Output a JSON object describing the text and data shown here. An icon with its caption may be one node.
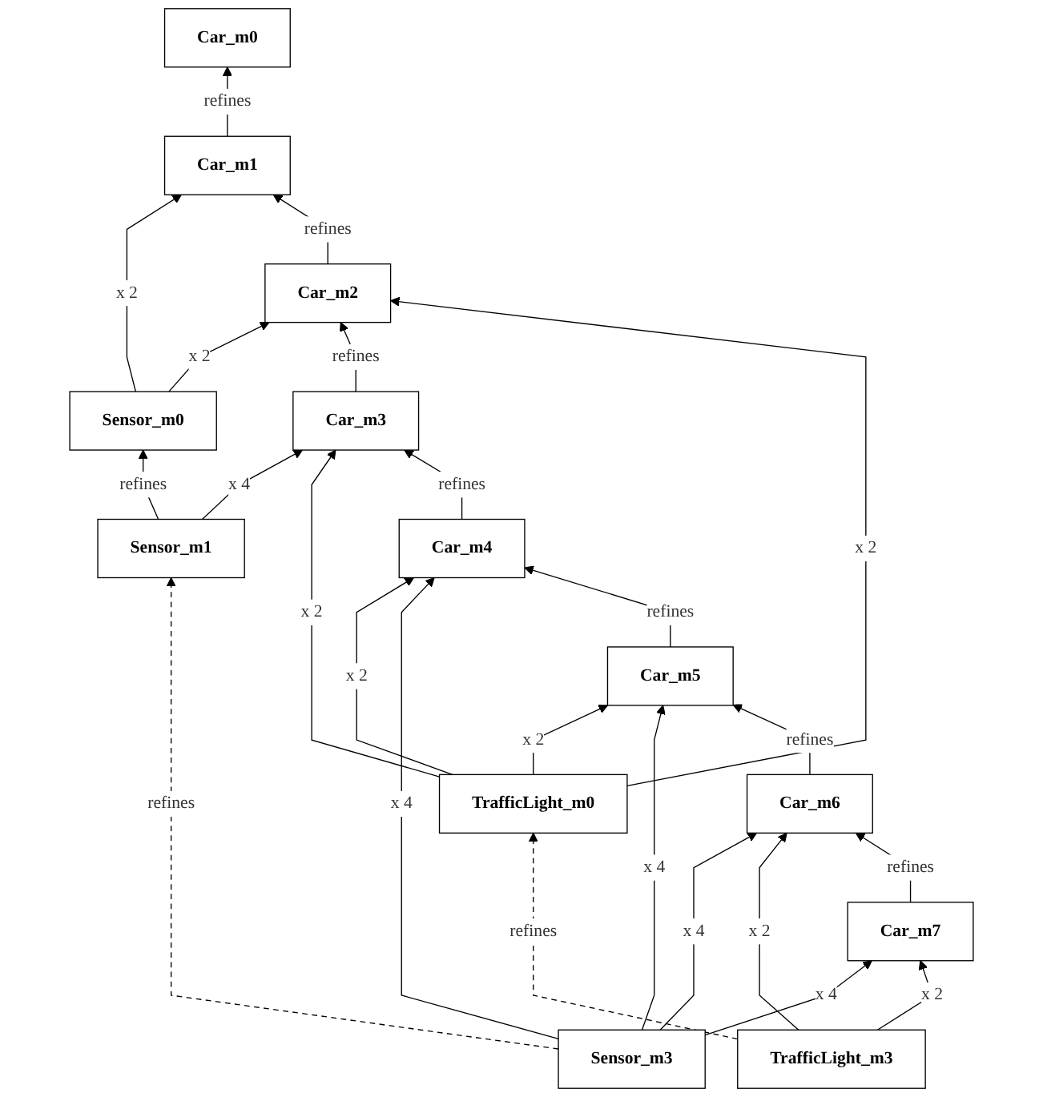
{
  "diagram": {
    "nodes": [
      {
        "text": [
          "Car_m0"
        ]
      },
      {
        "text": [
          "Car_m1"
        ]
      },
      {
        "text": [
          "Car_m2"
        ]
      },
      {
        "text": [
          "Car_m3"
        ]
      },
      {
        "text": [
          "Car_m4"
        ]
      },
      {
        "text": [
          "Car_m5"
        ]
      },
      {
        "text": [
          "Car_m6"
        ]
      },
      {
        "text": [
          "Car_m7"
        ]
      },
      {
        "text": [
          "Sensor_m0"
        ]
      },
      {
        "text": [
          "Sensor_m1"
        ]
      },
      {
        "text": [
          "Sensor_m3"
        ]
      },
      {
        "text": [
          "TrafficLight_m0"
        ]
      },
      {
        "text": [
          "TrafficLight_m3"
        ]
      }
    ],
    "edges": [
      {
        "from": 1,
        "to": 0,
        "arrow": "to",
        "label": "refines"
      },
      {
        "from": 8,
        "to": 1,
        "arrow": "to",
        "label": "x 2"
      },
      {
        "from": 2,
        "to": 1,
        "arrow": "to",
        "label": "refines"
      },
      {
        "from": 8,
        "to": 2,
        "arrow": "to",
        "label": "x 2"
      },
      {
        "from": 9,
        "to": 8,
        "arrow": "to",
        "label": "refines"
      },
      {
        "from": 3,
        "to": 2,
        "arrow": "to",
        "label": "refines"
      },
      {
        "from": 11,
        "to": 2,
        "arrow": "to",
        "label": "x 2"
      },
      {
        "from": 9,
        "to": 3,
        "arrow": "to",
        "label": "x 4"
      },
      {
        "from": 11,
        "to": 3,
        "arrow": "to",
        "label": "x 2"
      },
      {
        "from": 10,
        "to": 9,
        "arrow": "to",
        "label": "refines",
        "style": "dashed"
      },
      {
        "from": 4,
        "to": 3,
        "arrow": "to",
        "label": "refines"
      },
      {
        "from": 11,
        "to": 4,
        "arrow": "to",
        "label": "x 2"
      },
      {
        "from": 10,
        "to": 4,
        "arrow": "to",
        "label": "x 4"
      },
      {
        "from": 5,
        "to": 4,
        "arrow": "to",
        "label": "refines"
      },
      {
        "from": 11,
        "to": 5,
        "arrow": "to",
        "label": "x 2"
      },
      {
        "from": 12,
        "to": 11,
        "arrow": "to",
        "label": "refines",
        "style": "dashed"
      },
      {
        "from": 10,
        "to": 5,
        "arrow": "to",
        "label": "x 4"
      },
      {
        "from": 6,
        "to": 5,
        "arrow": "to",
        "label": "refines"
      },
      {
        "from": 10,
        "to": 6,
        "arrow": "to",
        "label": "x 4"
      },
      {
        "from": 12,
        "to": 6,
        "arrow": "to",
        "label": "x 2"
      },
      {
        "from": 10,
        "to": 7,
        "arrow": "to",
        "label": "x 4"
      },
      {
        "from": 7,
        "to": 6,
        "arrow": "to",
        "label": "refines"
      },
      {
        "from": 12,
        "to": 7,
        "arrow": "to",
        "label": "x 2"
      }
    ]
  }
}
